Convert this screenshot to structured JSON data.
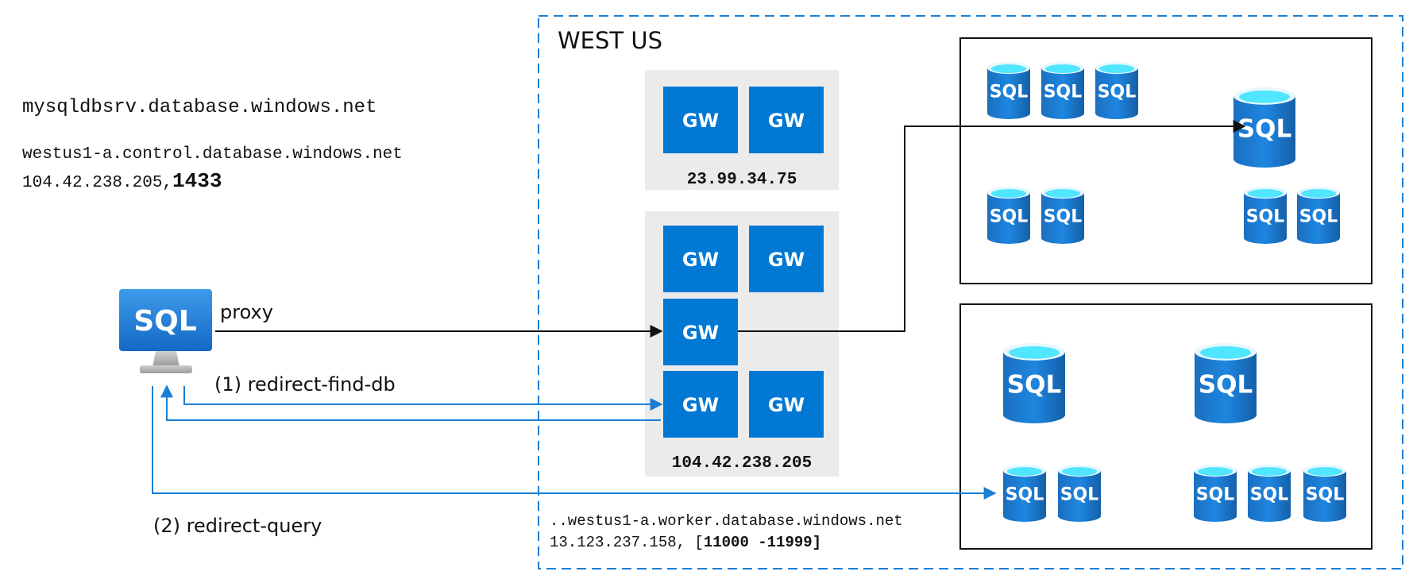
{
  "region": {
    "title": "WEST US"
  },
  "client": {
    "hostname": "mysqldbsrv.database.windows.net",
    "control_host": "westus1-a.control.database.windows.net",
    "control_ip": "104.42.238.205,",
    "control_port": "1433",
    "icon_label": "SQL"
  },
  "connections": {
    "proxy": "proxy",
    "redirect_find_db": "(1) redirect-find-db",
    "redirect_query": "(2) redirect-query"
  },
  "gateways": {
    "label": "GW",
    "cluster_a_ip": "23.99.34.75",
    "cluster_b_ip": "104.42.238.205"
  },
  "worker": {
    "host": "..westus1-a.worker.database.windows.net",
    "ip_prefix": "13.123.237.158, [",
    "port_range": "11000 -11999",
    "ip_suffix": "]"
  },
  "database_icon_label": "SQL",
  "colors": {
    "azure_blue": "#0078d4",
    "arrow_blue": "#1a7fd4",
    "gateway_bg": "#ebebeb",
    "region_border": "#1a7fd4",
    "cylinder_top": "#50e6ff"
  }
}
